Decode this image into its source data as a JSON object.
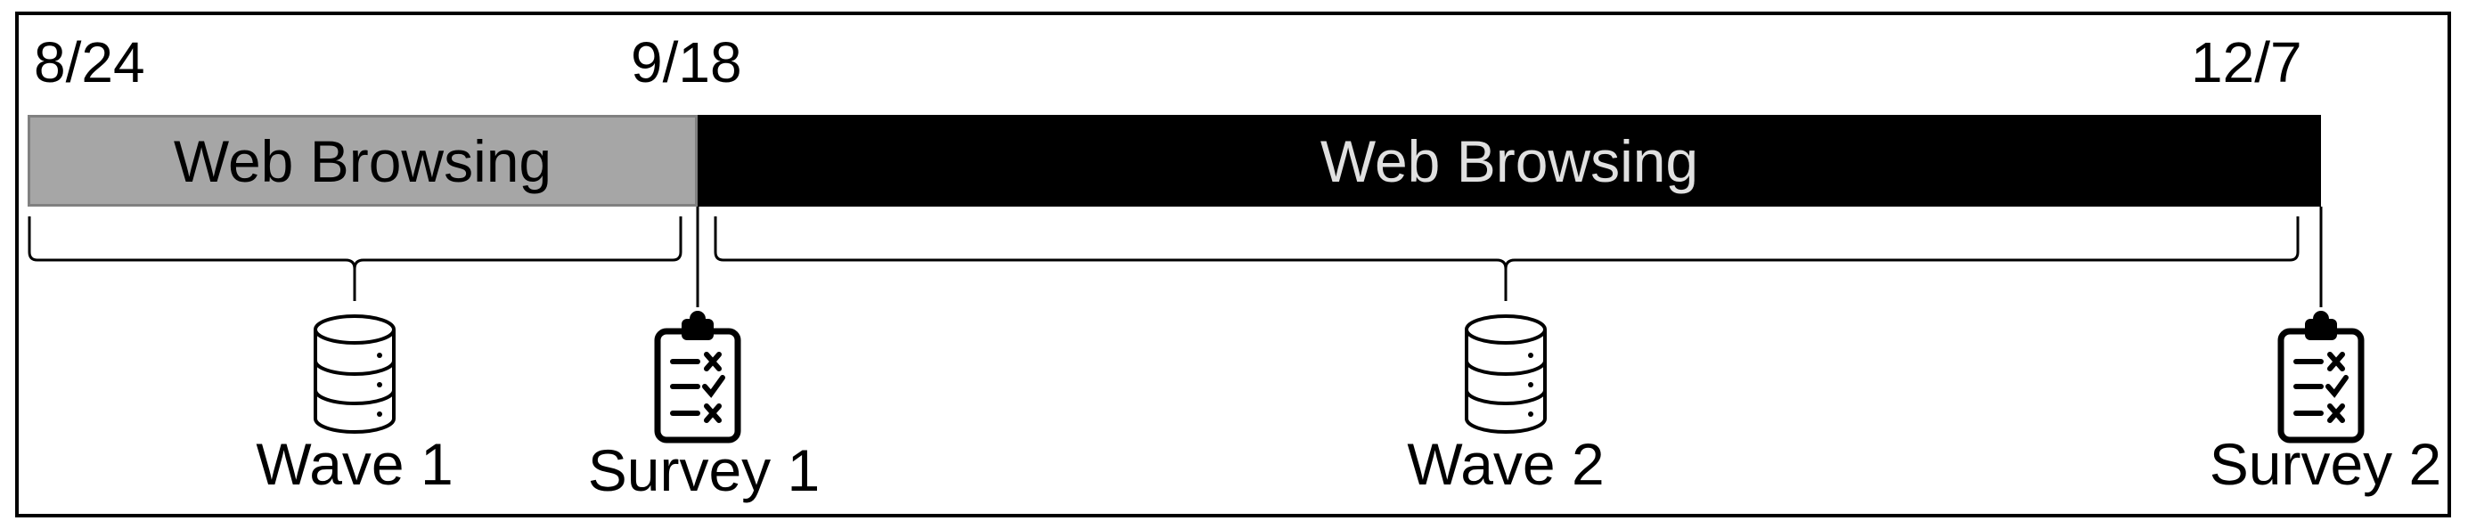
{
  "timeline": {
    "dates": [
      "8/24",
      "9/18",
      "12/7"
    ],
    "segments": [
      {
        "label": "Web Browsing",
        "fill": "#a6a6a6",
        "text_color": "#000000"
      },
      {
        "label": "Web Browsing",
        "fill": "#000000",
        "text_color": "#e0e0e0"
      }
    ],
    "waves": [
      {
        "label": "Wave 1",
        "icon": "database-icon"
      },
      {
        "label": "Wave 2",
        "icon": "database-icon"
      }
    ],
    "surveys": [
      {
        "label": "Survey 1",
        "icon": "clipboard-checklist-icon"
      },
      {
        "label": "Survey 2",
        "icon": "clipboard-checklist-icon"
      }
    ]
  }
}
